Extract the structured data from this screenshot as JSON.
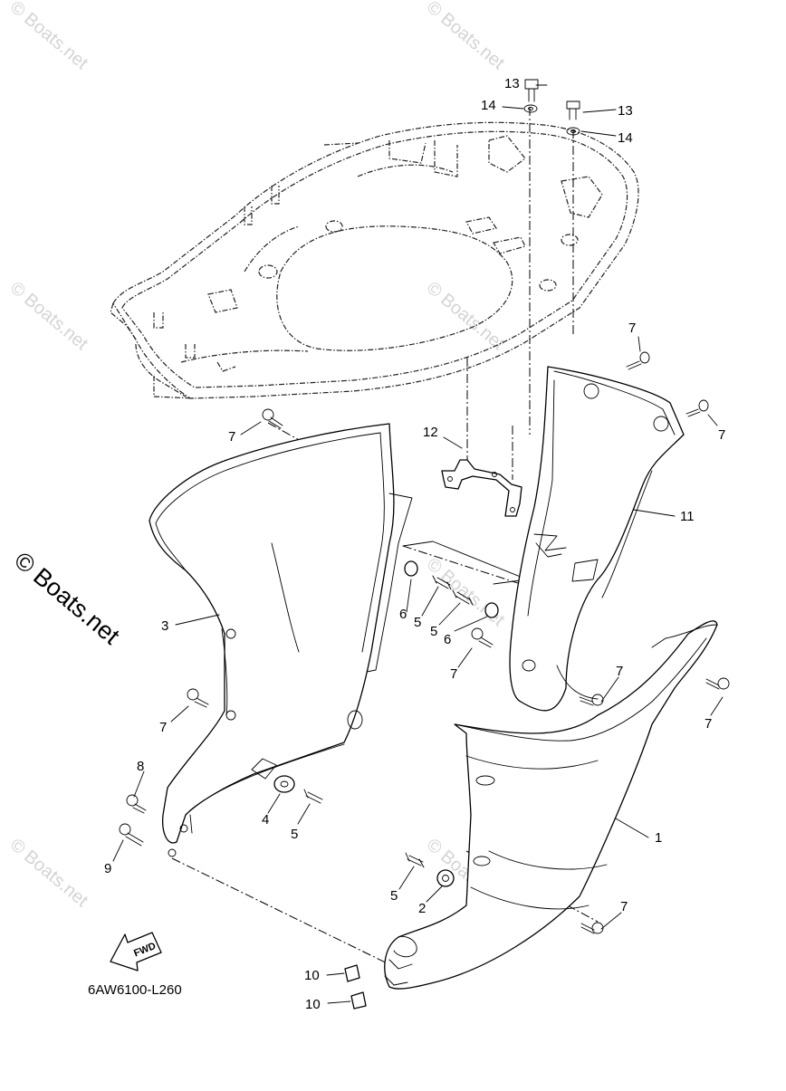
{
  "diagram": {
    "part_code": "6AW6100-L260",
    "fwd_label": "FWD",
    "watermark_text": "© Boats.net",
    "watermark_side_text": "© Boats.net",
    "callouts": {
      "c1": "1",
      "c2": "2",
      "c3": "3",
      "c4": "4",
      "c5a": "5",
      "c5b": "5",
      "c5c": "5",
      "c5d": "5",
      "c6a": "6",
      "c6b": "6",
      "c7a": "7",
      "c7b": "7",
      "c7c": "7",
      "c7d": "7",
      "c7e": "7",
      "c7f": "7",
      "c7g": "7",
      "c8": "8",
      "c9": "9",
      "c10a": "10",
      "c10b": "10",
      "c11": "11",
      "c12": "12",
      "c13a": "13",
      "c13b": "13",
      "c14a": "14",
      "c14b": "14"
    }
  }
}
